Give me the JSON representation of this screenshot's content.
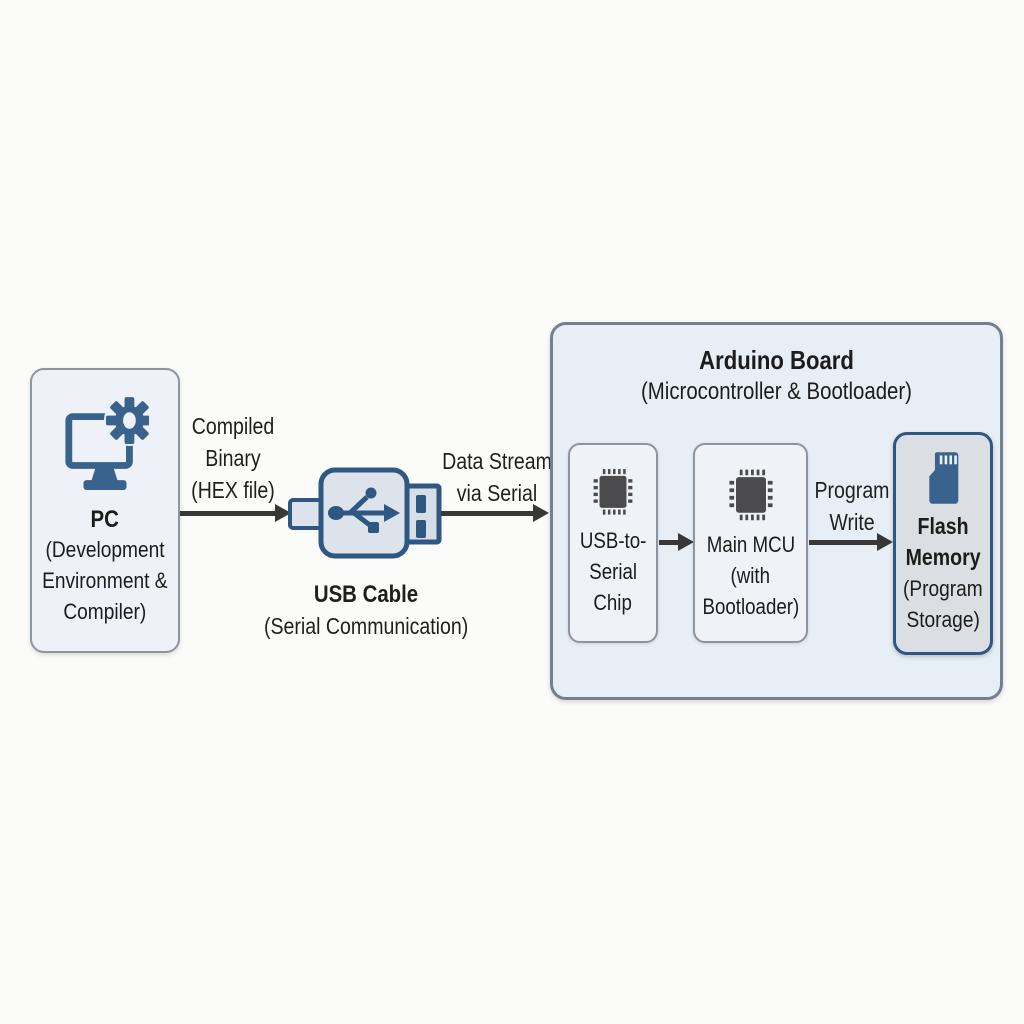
{
  "pc": {
    "title": "PC",
    "lines": [
      "(Development",
      "Environment &",
      "Compiler)"
    ],
    "icon": "monitor-gear-icon"
  },
  "compiled_arrow": {
    "lines": [
      "Compiled",
      "Binary",
      "(HEX file)"
    ]
  },
  "usb_cable": {
    "title": "USB Cable",
    "subtitle": "(Serial Communication)",
    "icon": "usb-connector-icon"
  },
  "datastream_arrow": {
    "lines": [
      "Data Stream",
      "via Serial"
    ]
  },
  "board": {
    "title": "Arduino Board",
    "subtitle": "(Microcontroller & Bootloader)",
    "usb_serial_chip": {
      "lines": [
        "USB-to-",
        "Serial",
        "Chip"
      ],
      "icon": "chip-icon"
    },
    "main_mcu": {
      "lines": [
        "Main MCU",
        "(with",
        "Bootloader)"
      ],
      "icon": "chip-icon"
    },
    "program_write": {
      "lines": [
        "Program",
        "Write"
      ]
    },
    "flash": {
      "title_lines": [
        "Flash",
        "Memory"
      ],
      "subtitle_lines": [
        "(Program",
        "Storage)"
      ],
      "icon": "microsd-card-icon"
    }
  },
  "colors": {
    "background": "#fbfbf9",
    "accent_blue": "#2e5781",
    "icon_blue": "#39638d",
    "chip_gray": "#4b4b4d",
    "box_fill_light": "#eef2f8",
    "board_fill": "#e8eef5",
    "flash_fill": "#dbdfe3",
    "usb_fill": "#dde3eb",
    "arrow": "#383838",
    "border_gray": "#8d959d",
    "border_board": "#75808d"
  }
}
